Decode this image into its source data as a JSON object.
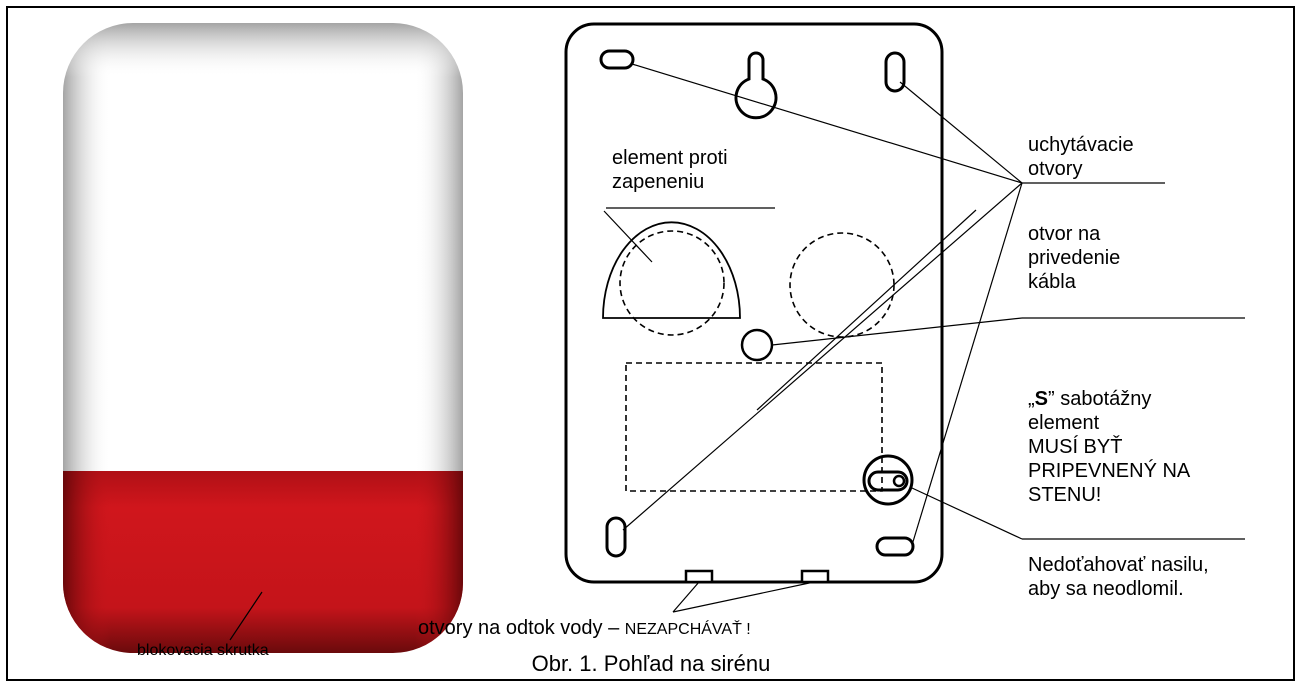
{
  "labels": {
    "anti_foam_line1": "element proti",
    "anti_foam_line2": "zapeneniu",
    "mount_line1": "uchytávacie",
    "mount_line2": "otvory",
    "cable_line1": "otvor na",
    "cable_line2": "privedenie",
    "cable_line3": "kábla",
    "tamper_quote_open": "„",
    "tamper_bold": "S",
    "tamper_rest": "” sabotážny",
    "tamper_line2": "element",
    "tamper_line3": "MUSÍ BYŤ",
    "tamper_line4": "PRIPEVNENÝ NA",
    "tamper_line5": "STENU!",
    "warning_line1": "Nedoťahovať nasilu,",
    "warning_line2": "aby sa neodlomil.",
    "drain_main": "otvory na odtok vody – ",
    "drain_caps": "NEZAPCHÁVAŤ !",
    "lock_screw": "blokovacia skrutka"
  },
  "caption": "Obr. 1. Pohľad na sirénu",
  "colors": {
    "lens_red": "#c8141a",
    "housing_white": "#ffffff",
    "outline": "#000000"
  }
}
